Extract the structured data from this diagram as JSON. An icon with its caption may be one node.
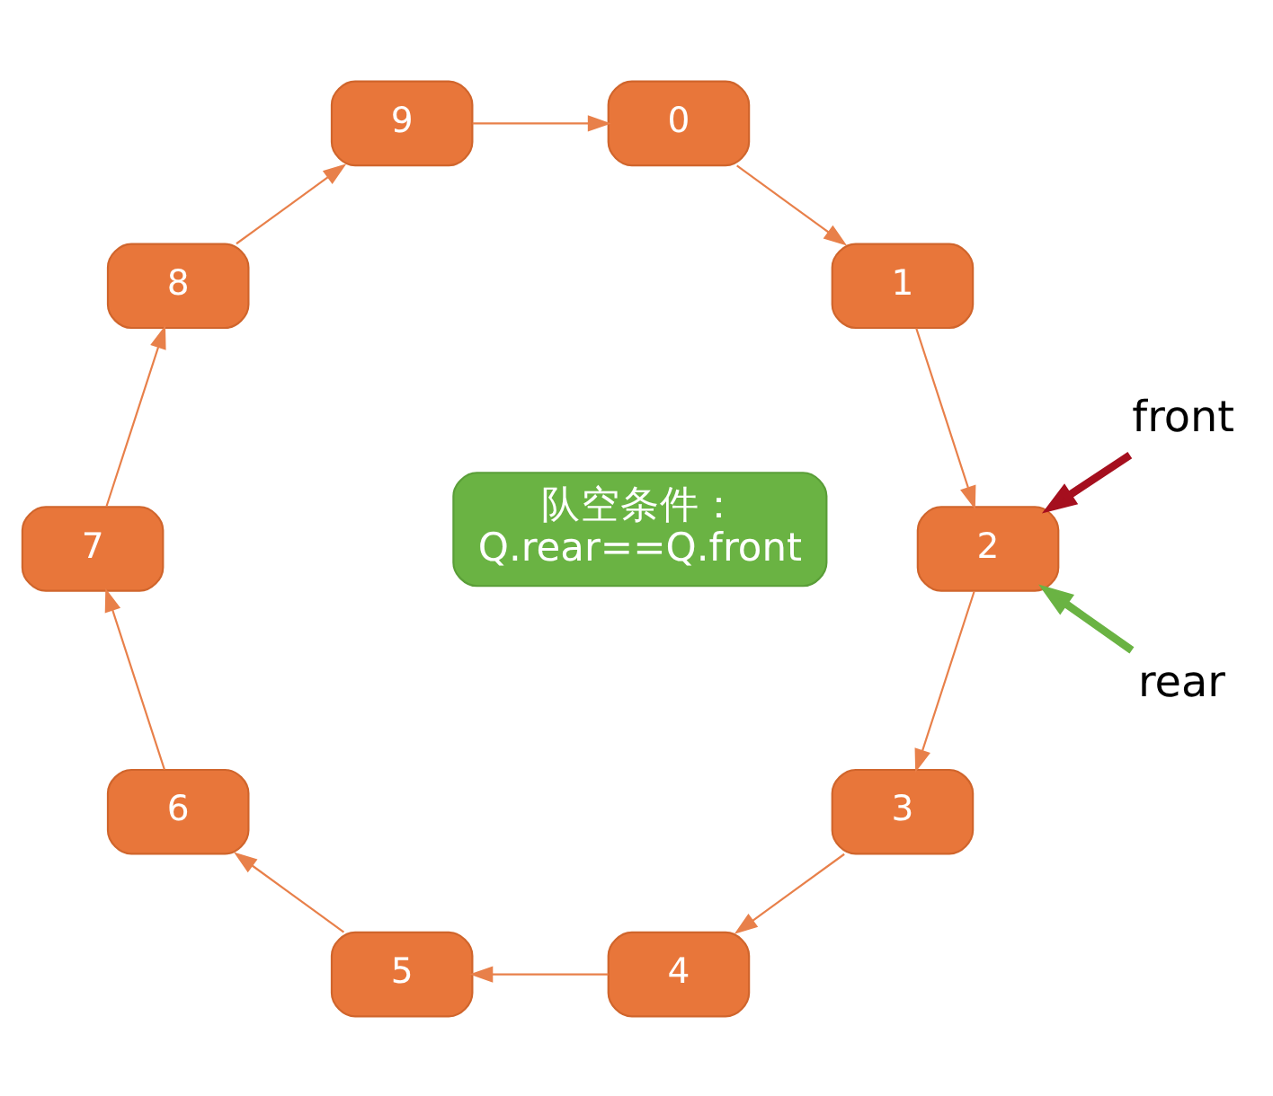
{
  "diagram": {
    "nodes": [
      {
        "text": [
          "0"
        ]
      },
      {
        "text": [
          "1"
        ]
      },
      {
        "text": [
          "2"
        ]
      },
      {
        "text": [
          "3"
        ]
      },
      {
        "text": [
          "4"
        ]
      },
      {
        "text": [
          "5"
        ]
      },
      {
        "text": [
          "6"
        ]
      },
      {
        "text": [
          "7"
        ]
      },
      {
        "text": [
          "8"
        ]
      },
      {
        "text": [
          "9"
        ]
      },
      {
        "text": [
          "rear"
        ]
      },
      {
        "text": [
          "front"
        ]
      },
      {
        "text": [
          "队空条件：",
          "Q.rear==Q.front"
        ]
      }
    ],
    "edges": [
      {
        "from": 0,
        "to": 1,
        "arrow": "to"
      },
      {
        "from": 1,
        "to": 2,
        "arrow": "to"
      },
      {
        "from": 2,
        "to": 3,
        "arrow": "to"
      },
      {
        "from": 3,
        "to": 4,
        "arrow": "to"
      },
      {
        "from": 4,
        "to": 5,
        "arrow": "to"
      },
      {
        "from": 5,
        "to": 6,
        "arrow": "to"
      },
      {
        "from": 6,
        "to": 7,
        "arrow": "to"
      },
      {
        "from": 7,
        "to": 8,
        "arrow": "to"
      },
      {
        "from": 8,
        "to": 9,
        "arrow": "to"
      },
      {
        "from": 9,
        "to": 0,
        "arrow": "to"
      },
      {
        "from": 10,
        "to": 2,
        "arrow": "to",
        "style": "thick",
        "color": "#6ab343"
      },
      {
        "from": 11,
        "to": 2,
        "arrow": "to",
        "style": "thick",
        "color": "#a50f1e"
      }
    ]
  }
}
